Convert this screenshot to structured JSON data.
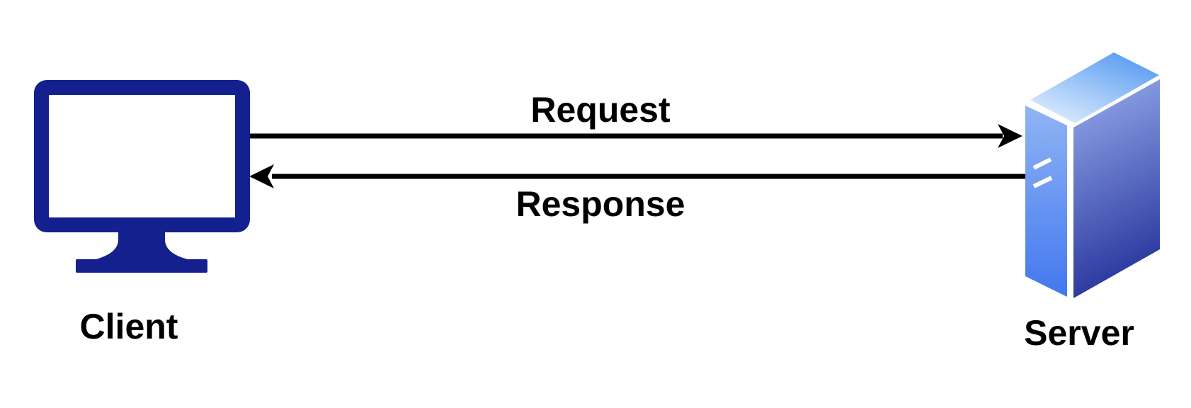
{
  "diagram": {
    "kind": "client-server-request-response",
    "nodes": {
      "client": {
        "label": "Client",
        "icon": "desktop-monitor-icon"
      },
      "server": {
        "label": "Server",
        "icon": "server-tower-icon"
      }
    },
    "edges": [
      {
        "label": "Request",
        "from": "Client",
        "to": "Server",
        "direction": "right"
      },
      {
        "label": "Response",
        "from": "Server",
        "to": "Client",
        "direction": "left"
      }
    ]
  },
  "colors": {
    "background": "#ffffff",
    "text": "#000000",
    "arrow": "#000000",
    "client_icon": "#14208E",
    "server_front_top": "#8FB5F4",
    "server_front_bottom": "#4377F0",
    "server_side_top": "#95ABEC",
    "server_side_bottom": "#26339B",
    "server_top_light": "#ECF5FF",
    "server_top_dark": "#5A9DF2",
    "server_vent": "#FFFFFF",
    "screen_fill": "#FFFFFF"
  }
}
